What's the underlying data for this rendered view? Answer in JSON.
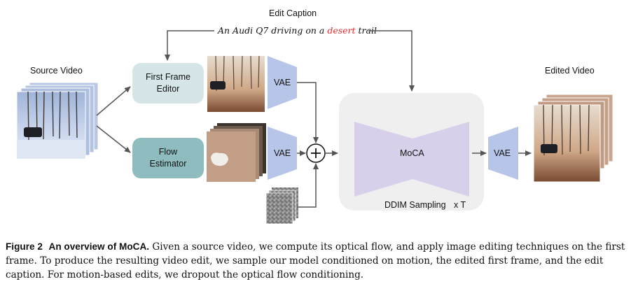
{
  "edit_caption": {
    "title": "Edit Caption",
    "text_before": "An Audi Q7 driving on a ",
    "text_highlight": "desert",
    "text_after": " trail",
    "highlight_color": "#e23030"
  },
  "source_video": {
    "label": "Source Video"
  },
  "edited_video": {
    "label": "Edited Video"
  },
  "first_frame_editor": {
    "line1": "First Frame",
    "line2": "Editor"
  },
  "flow_estimator": {
    "line1": "Flow",
    "line2": "Estimator"
  },
  "vae_labels": {
    "top": "VAE",
    "middle": "VAE",
    "right": "VAE"
  },
  "moca": {
    "label": "MoCA",
    "sampling": "DDIM Sampling",
    "repeat": "x T"
  },
  "colors": {
    "editor_box": "#d6e6e8",
    "flow_box": "#8fbcbf",
    "vae": "#b7c6e8",
    "moca_shape": "#d8d0ea",
    "moca_panel": "#efefef",
    "arrow": "#555555"
  },
  "figure_caption": {
    "number": "Figure 2",
    "title": "An overview of MoCA.",
    "body": "Given a source video, we compute its optical flow, and apply image editing techniques on the first frame. To produce the resulting video edit, we sample our model conditioned on motion, the edited first frame, and the edit caption. For motion-based edits, we dropout the optical flow conditioning."
  }
}
